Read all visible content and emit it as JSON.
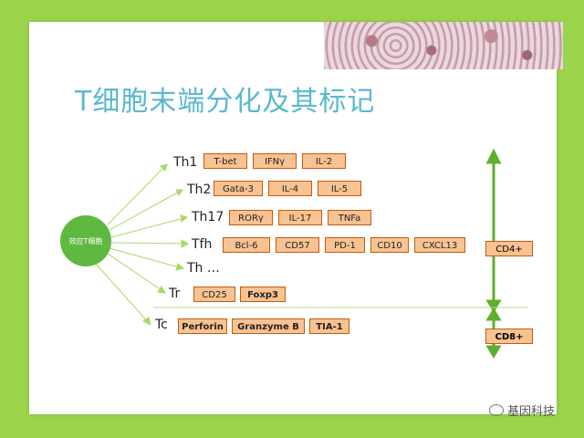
{
  "title": "T细胞末端分化及其标记",
  "bubble_text": "效应T细胞",
  "rows": [
    {
      "label": "Th1",
      "tags": [
        "T-bet",
        "IFNγ",
        "IL-2"
      ]
    },
    {
      "label": "Th2",
      "tags": [
        "Gata-3",
        "IL-4",
        "IL-5"
      ]
    },
    {
      "label": "Th17",
      "tags": [
        "RORγ",
        "IL-17",
        "TNFa"
      ]
    },
    {
      "label": "Tfh",
      "tags": [
        "Bcl-6",
        "CD57",
        "PD-1",
        "CD10",
        "CXCL13"
      ]
    },
    {
      "label": "Th …",
      "tags": []
    },
    {
      "label": "Tr",
      "tags": [
        "CD25",
        "Foxp3"
      ]
    },
    {
      "label": "Tc",
      "tags": [
        "Perforin",
        "Granzyme  B",
        "TIA-1"
      ]
    }
  ],
  "cd4_label": "CD4+",
  "cd8_label": "CD8+",
  "watermark": "基因科技",
  "colors": {
    "background": "#9bd34a",
    "title": "#5bb8cf",
    "bubble": "#5fb840",
    "tag_fill": "#f8c291",
    "tag_border": "#c55a11",
    "arrow": "#9bd34a",
    "axis": "#5fae2e"
  }
}
